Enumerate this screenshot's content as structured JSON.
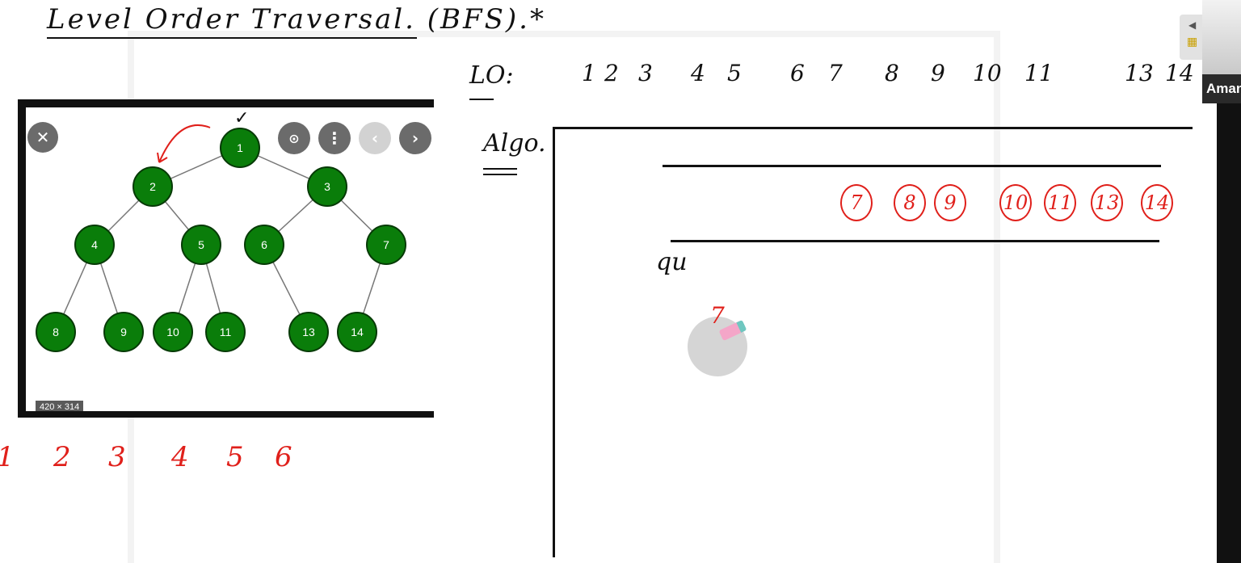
{
  "page_title": "Level Order Traversal. (BFS).*",
  "lo_label": "LO:",
  "lo_sequence": [
    "1",
    "2",
    "3",
    "4",
    "5",
    "6",
    "7",
    "8",
    "9",
    "10",
    "11",
    "13",
    "14"
  ],
  "algo_label": "Algo.",
  "queue_label": "qu",
  "queue_items": [
    "7",
    "8",
    "9",
    "10",
    "11",
    "13",
    "14"
  ],
  "eraser_mark": "7",
  "below_image_sequence": [
    "1",
    "2",
    "3",
    "4",
    "5",
    "6"
  ],
  "image_viewer": {
    "size_label": "420 × 314",
    "close_icon": "close-icon",
    "lens_icon": "lens-icon",
    "more_icon": "more-vertical-icon",
    "prev_icon": "chevron-left-icon",
    "next_icon": "chevron-right-icon",
    "tree": {
      "nodes": [
        "1",
        "2",
        "3",
        "4",
        "5",
        "6",
        "7",
        "8",
        "9",
        "10",
        "11",
        "13",
        "14"
      ],
      "node_color": "#0a7d0a",
      "visited_mark": "✓"
    }
  },
  "participant": {
    "name": "Aman"
  },
  "colors": {
    "ink": "#111111",
    "accent_red": "#e0201b"
  }
}
